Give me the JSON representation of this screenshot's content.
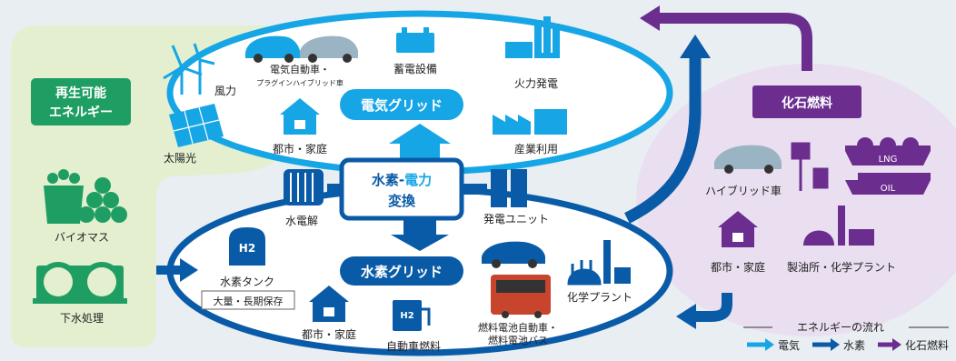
{
  "renewable": {
    "title_line1": "再生可能",
    "title_line2": "エネルギー",
    "wind": "風力",
    "solar": "太陽光",
    "biomass": "バイオマス",
    "sewage": "下水処理"
  },
  "electric_grid": {
    "title": "電気グリッド",
    "ev_line1": "電気自動車・",
    "ev_line2": "プラグインハイブリッド車",
    "storage": "蓄電設備",
    "thermal": "火力発電",
    "city": "都市・家庭",
    "industry": "産業利用"
  },
  "converter": {
    "title_part1": "水素",
    "title_dash": "-",
    "title_part2": "電力",
    "title_line2": "変換",
    "electrolysis": "水電解",
    "power_unit": "発電ユニット"
  },
  "hydrogen_grid": {
    "title": "水素グリッド",
    "tank_symbol": "H2",
    "tank": "水素タンク",
    "tank_note": "大量・長期保存",
    "city": "都市・家庭",
    "station_symbol": "H2",
    "car_fuel": "自動車燃料",
    "fcv_line1": "燃料電池自動車・",
    "fcv_line2": "燃料電池バス",
    "chem_plant": "化学プラント"
  },
  "fossil": {
    "title": "化石燃料",
    "hybrid": "ハイブリッド車",
    "lng": "LNG",
    "oil": "OIL",
    "city": "都市・家庭",
    "refinery": "製油所・化学プラント"
  },
  "legend": {
    "title": "エネルギーの流れ",
    "electric": "電気",
    "hydrogen": "水素",
    "fossil": "化石燃料"
  },
  "colors": {
    "electric": "#16a6e6",
    "hydrogen": "#0a5ba7",
    "fossil": "#6b2e8f",
    "renewable_bg": "#e4efcf",
    "renewable_label": "#1f9e63",
    "fossil_bg": "#eadff0",
    "page_bg": "#e9eef3"
  }
}
